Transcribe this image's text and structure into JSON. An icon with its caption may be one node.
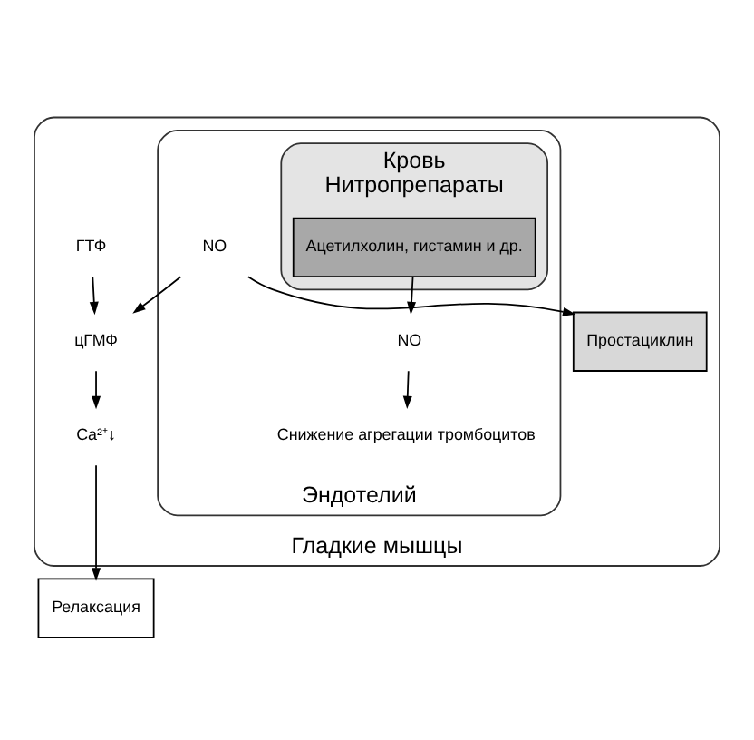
{
  "diagram": {
    "nodes": [
      {
        "text": [
          "Гладкие мышцы"
        ]
      },
      {
        "text": [
          "Эндотелий"
        ],
        "in": 0
      },
      {
        "text": [
          "Кровь",
          "Нитропрепараты"
        ],
        "in": 1
      },
      {
        "text": [
          "Ацетилхолин, гистамин и др."
        ],
        "in": 2
      },
      {
        "text": [
          "Простациклин"
        ],
        "in": 0
      },
      {
        "text": [
          "Релаксация"
        ]
      },
      {
        "text": [
          "NO"
        ],
        "in": 1
      },
      {
        "text": [
          "ГТФ"
        ],
        "in": 0
      },
      {
        "text": [
          "цГМФ"
        ],
        "in": 0
      },
      {
        "text": [
          "Ca²⁺↓"
        ],
        "in": 0
      },
      {
        "text": [
          "NO"
        ],
        "in": 1
      },
      {
        "text": [
          "Снижение агрегации тромбоцитов"
        ],
        "in": 1
      }
    ],
    "edges": [
      {
        "from": 3,
        "to": 10,
        "arrow": "to"
      },
      {
        "from": 10,
        "to": 11,
        "arrow": "to"
      },
      {
        "from": 6,
        "to": 4,
        "arrow": "to"
      },
      {
        "from": 6,
        "to": 8,
        "arrow": "to"
      },
      {
        "from": 7,
        "to": 8,
        "arrow": "to"
      },
      {
        "from": 8,
        "to": 9,
        "arrow": "to"
      },
      {
        "from": 9,
        "to": 5,
        "arrow": "to"
      }
    ]
  }
}
